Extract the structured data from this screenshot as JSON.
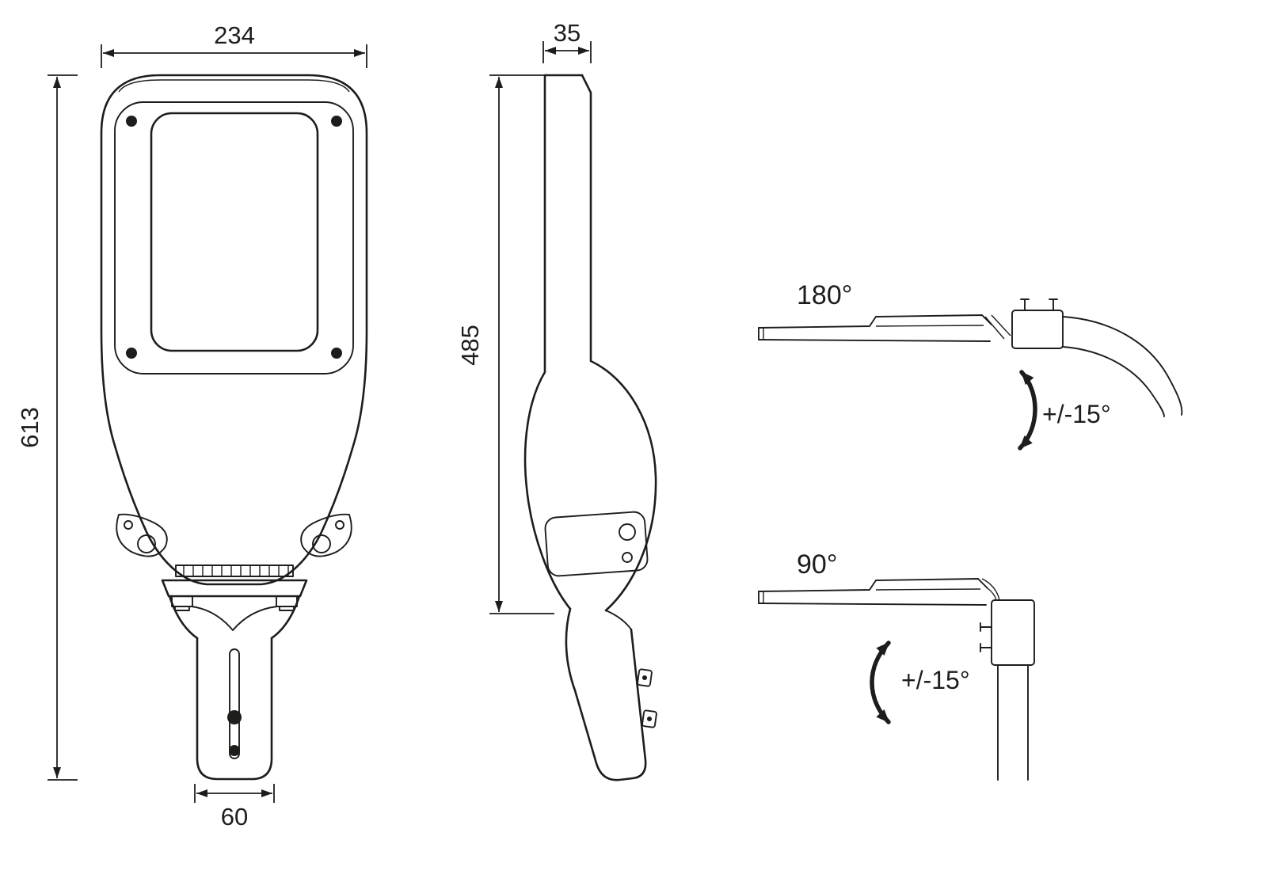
{
  "colors": {
    "line": "#1d1d1b",
    "background": "#ffffff"
  },
  "front_view": {
    "dim_width": "234",
    "dim_height": "613",
    "dim_mount_width": "60"
  },
  "side_view": {
    "dim_depth": "35",
    "dim_height": "485"
  },
  "mount_180": {
    "angle_label": "180°",
    "tilt_label": "+/-15°"
  },
  "mount_90": {
    "angle_label": "90°",
    "tilt_label": "+/-15°"
  }
}
